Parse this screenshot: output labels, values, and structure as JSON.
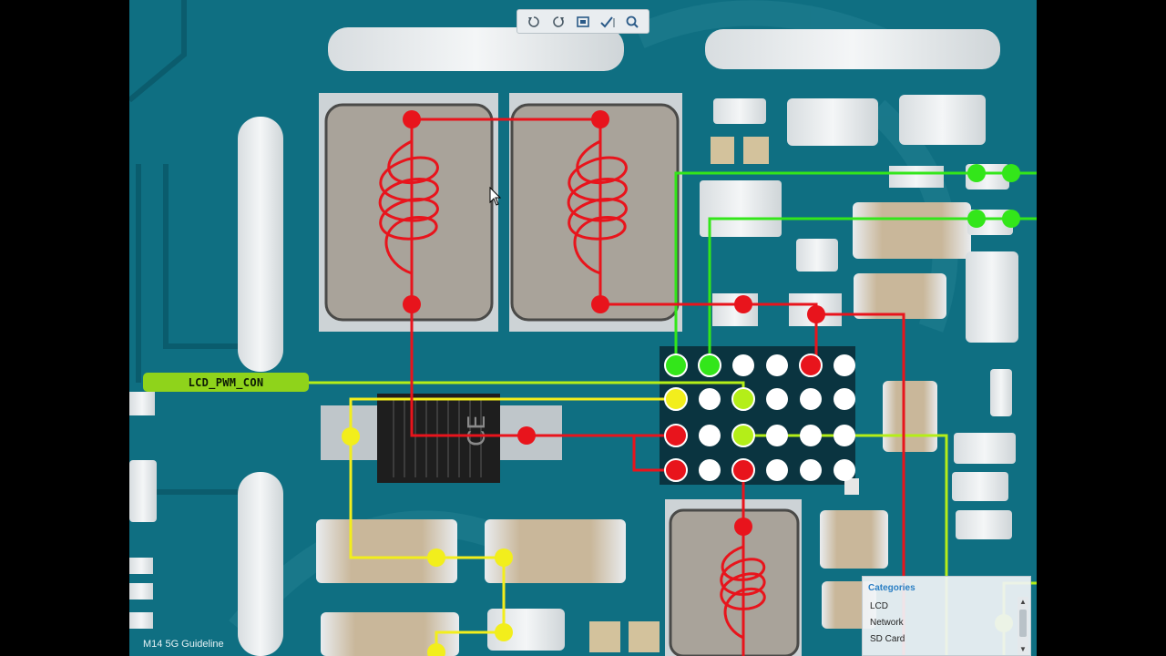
{
  "viewer": {
    "net_label": "LCD_PWM_CON",
    "chip_marking": "CE",
    "footer_title": "M14 5G Guideline"
  },
  "toolbar": {
    "buttons": [
      {
        "name": "rotate-left",
        "icon": "rotate-left-icon"
      },
      {
        "name": "rotate-right",
        "icon": "rotate-right-icon"
      },
      {
        "name": "fit-screen",
        "icon": "fit-screen-icon"
      },
      {
        "name": "measure",
        "icon": "measure-icon"
      },
      {
        "name": "search",
        "icon": "search-icon"
      }
    ]
  },
  "categories": {
    "title": "Categories",
    "items": [
      "LCD",
      "Network",
      "SD Card"
    ]
  },
  "colors": {
    "board": "#0f6f82",
    "trace_red": "#e8141c",
    "trace_green": "#33e61a",
    "trace_yellow": "#f2ee1c",
    "trace_lime": "#b4ee18",
    "net_label_bg": "#8fd31b",
    "categories_title": "#2a7fc4"
  }
}
